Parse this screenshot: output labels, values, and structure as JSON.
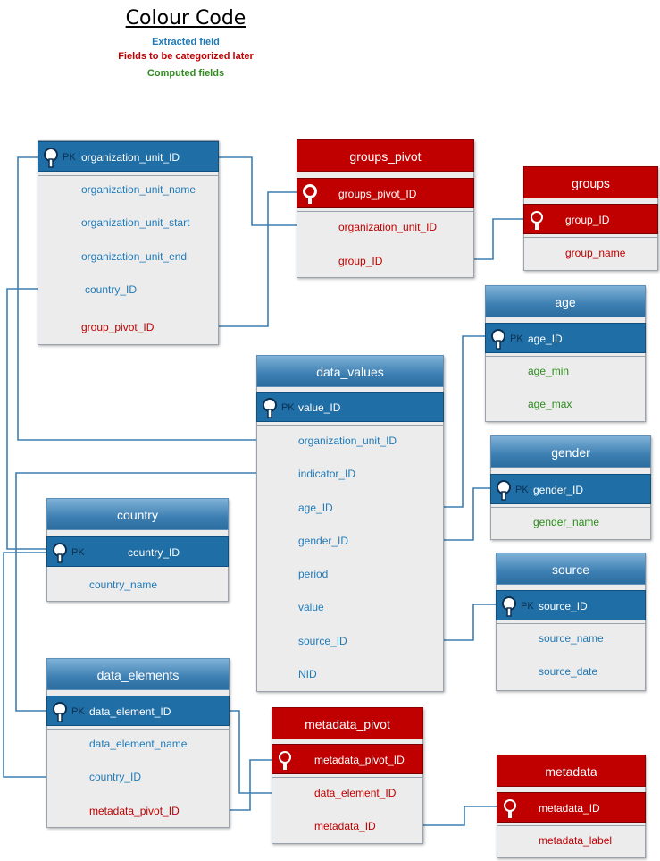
{
  "legend": {
    "title": "Colour Code",
    "extracted": "Extracted field",
    "to_categorize": "Fields to be categorized later",
    "computed": "Computed fields"
  },
  "colors": {
    "extracted": "#1f7ab8",
    "to_categorize": "#c00000",
    "computed": "#2e8b1e",
    "pk_blue": "#1f6fa6",
    "pk_red": "#c00000"
  },
  "pk_label": "PK",
  "entities": {
    "organization_unit": {
      "pk": "organization_unit_ID",
      "fields": [
        "organization_unit_name",
        "organization_unit_start",
        "organization_unit_end",
        "country_ID",
        "group_pivot_ID"
      ]
    },
    "groups_pivot": {
      "title": "groups_pivot",
      "pk": "groups_pivot_ID",
      "fields": [
        "organization_unit_ID",
        "group_ID"
      ]
    },
    "groups": {
      "title": "groups",
      "pk": "group_ID",
      "fields": [
        "group_name"
      ]
    },
    "age": {
      "title": "age",
      "pk": "age_ID",
      "fields": [
        "age_min",
        "age_max"
      ]
    },
    "data_values": {
      "title": "data_values",
      "pk": "value_ID",
      "fields": [
        "organization_unit_ID",
        "indicator_ID",
        "age_ID",
        "gender_ID",
        "period",
        "value",
        "source_ID",
        "NID"
      ]
    },
    "gender": {
      "title": "gender",
      "pk": "gender_ID",
      "fields": [
        "gender_name"
      ]
    },
    "country": {
      "title": "country",
      "pk": "country_ID",
      "fields": [
        "country_name"
      ]
    },
    "source": {
      "title": "source",
      "pk": "source_ID",
      "fields": [
        "source_name",
        "source_date"
      ]
    },
    "data_elements": {
      "title": "data_elements",
      "pk": "data_element_ID",
      "fields": [
        "data_element_name",
        "country_ID",
        "metadata_pivot_ID"
      ]
    },
    "metadata_pivot": {
      "title": "metadata_pivot",
      "pk": "metadata_pivot_ID",
      "fields": [
        "data_element_ID",
        "metadata_ID"
      ]
    },
    "metadata": {
      "title": "metadata",
      "pk": "metadata_ID",
      "fields": [
        "metadata_label"
      ]
    }
  }
}
